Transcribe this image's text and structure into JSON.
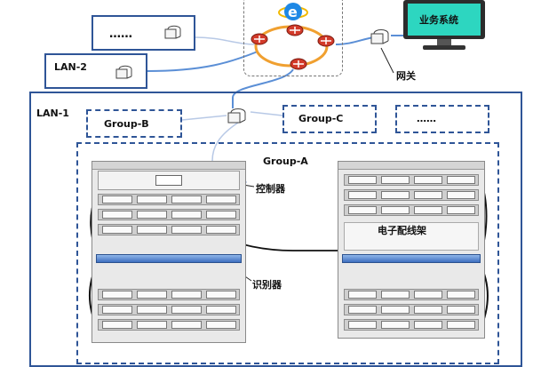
{
  "diagram": {
    "lan1_label": "LAN-1",
    "lan2_label": "LAN-2",
    "top_box_label": "……",
    "group_a_label": "Group-A",
    "group_b_label": "Group-B",
    "group_c_label": "Group-C",
    "group_more_label": "……",
    "monitor_label": "业务系统",
    "gateway_label": "网关",
    "controller_label": "控制器",
    "patch_panel_label": "电子配线架",
    "identifier_label": "识别器",
    "browser_icon": "e",
    "colors": {
      "border_blue": "#2f5597",
      "cable_blue": "#5b8fd6",
      "ring_orange": "#f0a030",
      "router_red": "#d23a2a",
      "monitor_screen": "#2dd6c0",
      "cable_black": "#111111"
    }
  }
}
